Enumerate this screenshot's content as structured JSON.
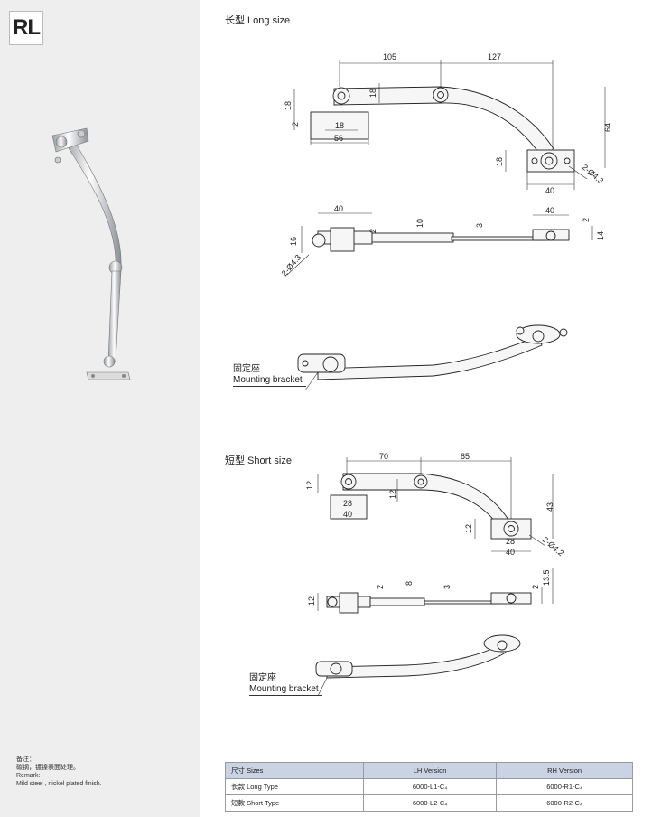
{
  "model_code": "RL",
  "notes": {
    "zh_label": "备注：",
    "zh_text": "碳钢，镀镍表面处理。",
    "en_label": "Remark:",
    "en_text": "Mild steel , nickel plated finish."
  },
  "long": {
    "title": "长型 Long size",
    "dims": [
      "105",
      "127",
      "18",
      "18",
      "2",
      "18",
      "56",
      "64",
      "18",
      "40",
      "2-Ø4.3",
      "40",
      "40",
      "16",
      "2",
      "10",
      "3",
      "2",
      "14",
      "2-Ø4.3"
    ],
    "callout_zh": "固定座",
    "callout_en": "Mounting bracket"
  },
  "short": {
    "title": "短型 Short size",
    "dims": [
      "70",
      "85",
      "12",
      "12",
      "28",
      "40",
      "43",
      "12",
      "28",
      "40",
      "2-Ø4.2",
      "12",
      "2",
      "8",
      "3",
      "2",
      "13.5"
    ],
    "callout_zh": "固定座",
    "callout_en": "Mounting bracket"
  },
  "table": {
    "headers": [
      "尺寸 Sizes",
      "LH Version",
      "RH Version"
    ],
    "rows": [
      [
        "长款 Long Type",
        "6000-L1-C₄",
        "6000-R1-C₄"
      ],
      [
        "短款 Short Type",
        "6000-L2-C₄",
        "6000-R2-C₄"
      ]
    ]
  }
}
